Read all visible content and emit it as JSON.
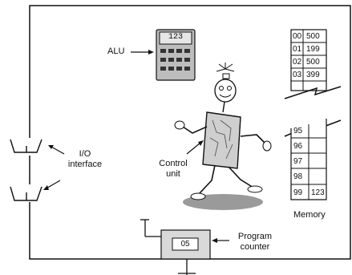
{
  "labels": {
    "alu": "ALU",
    "io_line1": "I/O",
    "io_line2": "interface",
    "control_line1": "Control",
    "control_line2": "unit",
    "memory": "Memory",
    "pc_line1": "Program",
    "pc_line2": "counter"
  },
  "alu_display": "123",
  "program_counter_value": "05",
  "memory_top": [
    {
      "address": "00",
      "value": "500"
    },
    {
      "address": "01",
      "value": "199"
    },
    {
      "address": "02",
      "value": "500"
    },
    {
      "address": "03",
      "value": "399"
    }
  ],
  "memory_bottom": [
    {
      "address": "95",
      "value": ""
    },
    {
      "address": "96",
      "value": ""
    },
    {
      "address": "97",
      "value": ""
    },
    {
      "address": "98",
      "value": ""
    },
    {
      "address": "99",
      "value": "123"
    }
  ]
}
